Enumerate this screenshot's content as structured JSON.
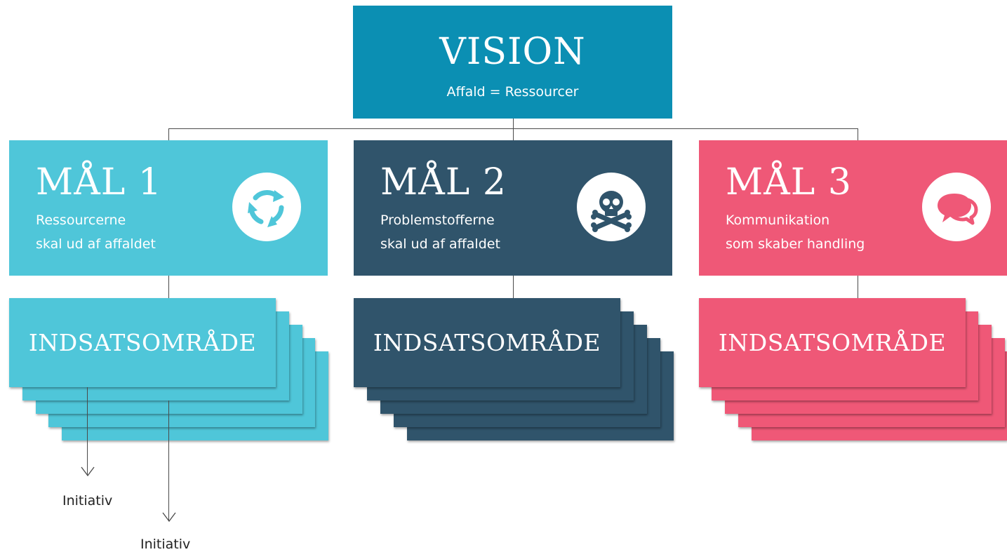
{
  "vision": {
    "title": "VISION",
    "subtitle": "Affald = Ressourcer"
  },
  "goals": [
    {
      "title": "MÅL 1",
      "line1": "Ressourcerne",
      "line2": "skal ud af affaldet",
      "icon": "recycle-icon",
      "color": "#4fc6d9"
    },
    {
      "title": "MÅL 2",
      "line1": "Problemstofferne",
      "line2": "skal ud af affaldet",
      "icon": "skull-crossbones-icon",
      "color": "#30546b"
    },
    {
      "title": "MÅL 3",
      "line1": "Kommunikation",
      "line2": "som skaber  handling",
      "icon": "speech-bubbles-icon",
      "color": "#ef5877"
    }
  ],
  "focus_areas": [
    {
      "label": "INDSATSOMRÅDE"
    },
    {
      "label": "INDSATSOMRÅDE"
    },
    {
      "label": "INDSATSOMRÅDE"
    }
  ],
  "initiatives": [
    {
      "label": "Initiativ"
    },
    {
      "label": "Initiativ"
    }
  ]
}
